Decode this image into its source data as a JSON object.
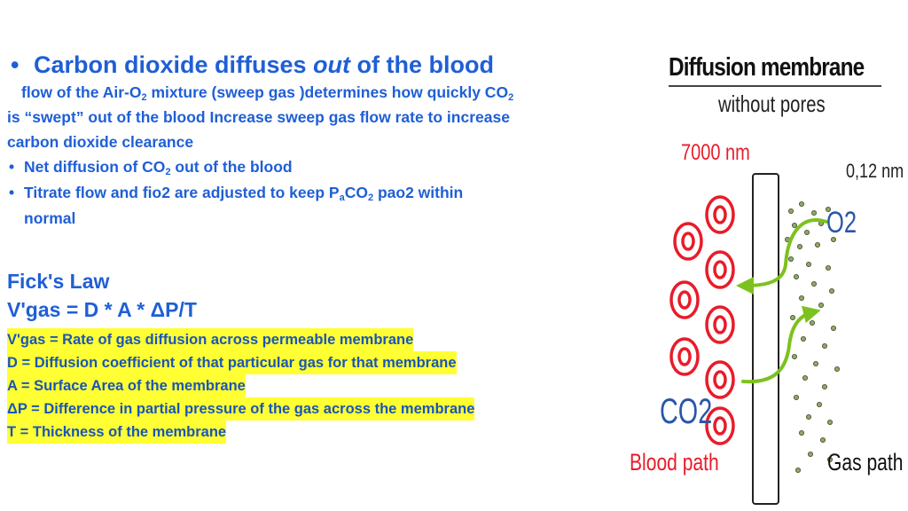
{
  "bullet1": {
    "pre": "Carbon dioxide diffuses ",
    "em": "out",
    "post": " of the blood"
  },
  "para": {
    "l1a": "flow of the Air-O",
    "l1sub": "2",
    "l1b": " mixture  (sweep gas )determines how quickly CO",
    "l1sub2": "2",
    "l2": "is  “swept” out of the blood Increase sweep gas flow rate to increase",
    "l3": "carbon dioxide clearance"
  },
  "sub_bullets": {
    "b1a": "Net diffusion of CO",
    "b1sub": "2",
    "b1b": " out of the blood",
    "b2a": "Titrate flow  and fio2 are adjusted to keep P",
    "b2sub": "a",
    "b2b": "CO",
    "b2sub2": "2",
    "b2c": "  pao2 within",
    "b2d": "normal"
  },
  "fick": {
    "title": "Fick's Law",
    "formula": "V'gas = D * A * ΔP/T",
    "definitions": [
      "V'gas = Rate of gas diffusion across permeable membrane",
      "D = Diffusion coefficient of that particular gas for that membrane",
      "A = Surface Area of the membrane",
      "ΔP = Difference in partial pressure of the gas across the membrane",
      "T = Thickness of the membrane"
    ]
  },
  "diagram": {
    "title": "Diffusion membrane",
    "subtitle": "without pores",
    "size_left": "7000 nm",
    "size_right": "0,12 nm",
    "o2_label": "O2",
    "co2_label": "CO2",
    "blood_label": "Blood path",
    "gas_label": "Gas path"
  },
  "colors": {
    "text_blue": "#1f5fd6",
    "highlight": "#ffff33",
    "rbc_red": "#e81c2a",
    "arrow_green": "#7cc21e",
    "gas_dot": "#8fa866"
  }
}
